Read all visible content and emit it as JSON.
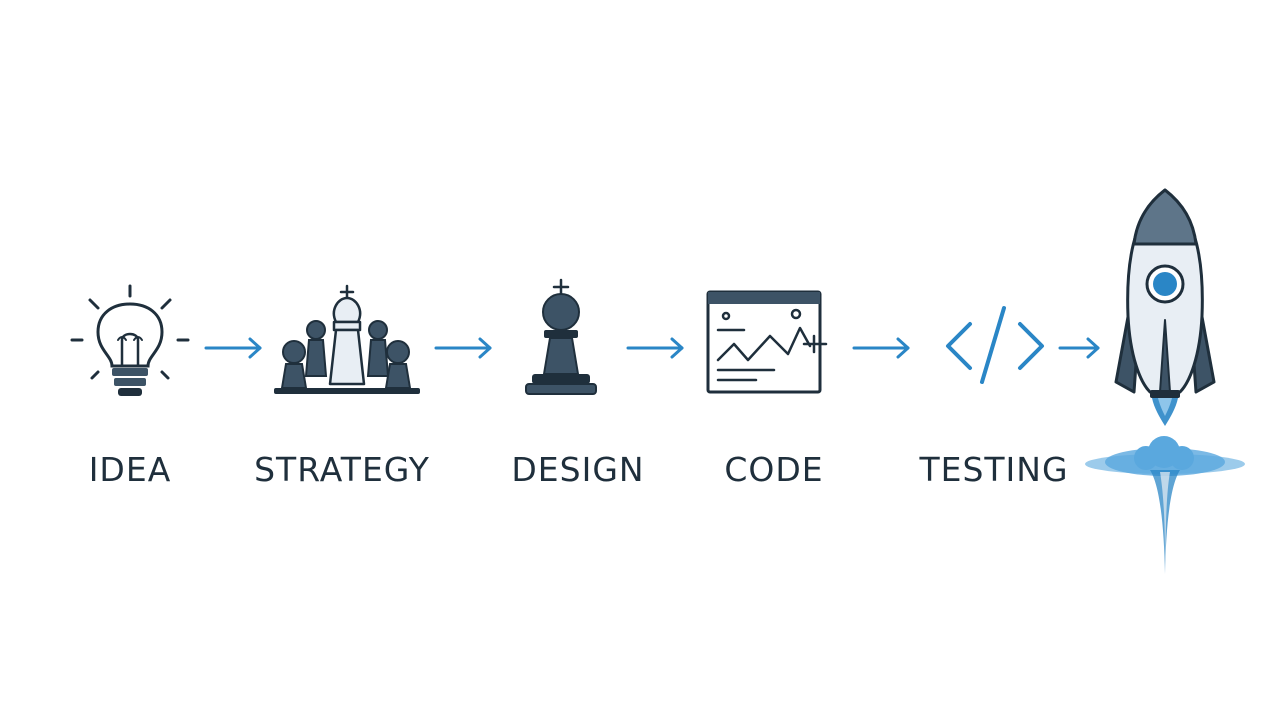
{
  "steps": [
    {
      "label": "IDEA",
      "icon": "lightbulb-icon"
    },
    {
      "label": "STRATEGY",
      "icon": "chess-pieces-icon"
    },
    {
      "label": "DESIGN",
      "icon": "chess-bishop-icon"
    },
    {
      "label": "CODE",
      "icon": "browser-chart-icon"
    },
    {
      "label": "TESTING",
      "icon": "code-tags-icon"
    }
  ],
  "final_icon": "rocket-icon",
  "colors": {
    "dark": "#1f2f3c",
    "slate": "#3d5366",
    "accent": "#2a86c6",
    "light": "#e8eef4"
  }
}
